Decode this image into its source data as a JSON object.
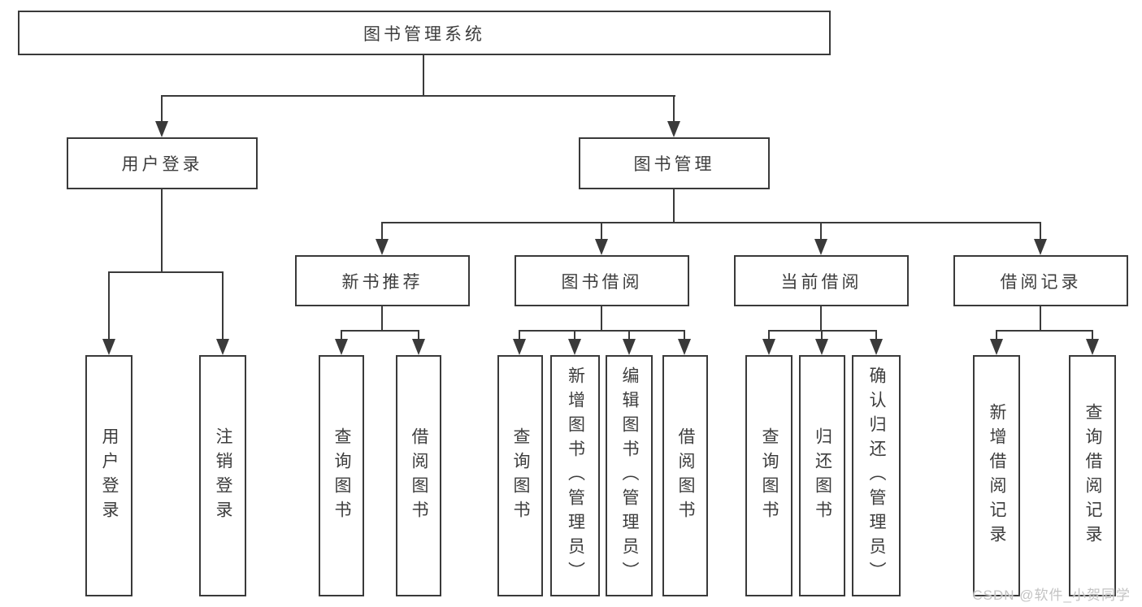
{
  "colors": {
    "line": "#3a3a3a",
    "text": "#3d3d3d",
    "watermark": "#c3c3c3",
    "bg": "#ffffff"
  },
  "diagram": {
    "root": {
      "label": "图书管理系统"
    },
    "level2": [
      {
        "label": "用户登录"
      },
      {
        "label": "图书管理"
      }
    ],
    "level3": [
      {
        "label": "新书推荐"
      },
      {
        "label": "图书借阅"
      },
      {
        "label": "当前借阅"
      },
      {
        "label": "借阅记录"
      }
    ],
    "leaves": {
      "login": [
        {
          "label": "用户登录"
        },
        {
          "label": "注销登录"
        }
      ],
      "newbook": [
        {
          "label": "查询图书"
        },
        {
          "label": "借阅图书"
        }
      ],
      "borrow": [
        {
          "label": "查询图书"
        },
        {
          "label": "新增图书（管理员）"
        },
        {
          "label": "编辑图书（管理员）"
        },
        {
          "label": "借阅图书"
        }
      ],
      "current": [
        {
          "label": "查询图书"
        },
        {
          "label": "归还图书"
        },
        {
          "label": "确认归还（管理员）"
        }
      ],
      "records": [
        {
          "label": "新增借阅记录"
        },
        {
          "label": "查询借阅记录"
        }
      ]
    },
    "watermark": "CSDN @软件_小贺同学"
  }
}
